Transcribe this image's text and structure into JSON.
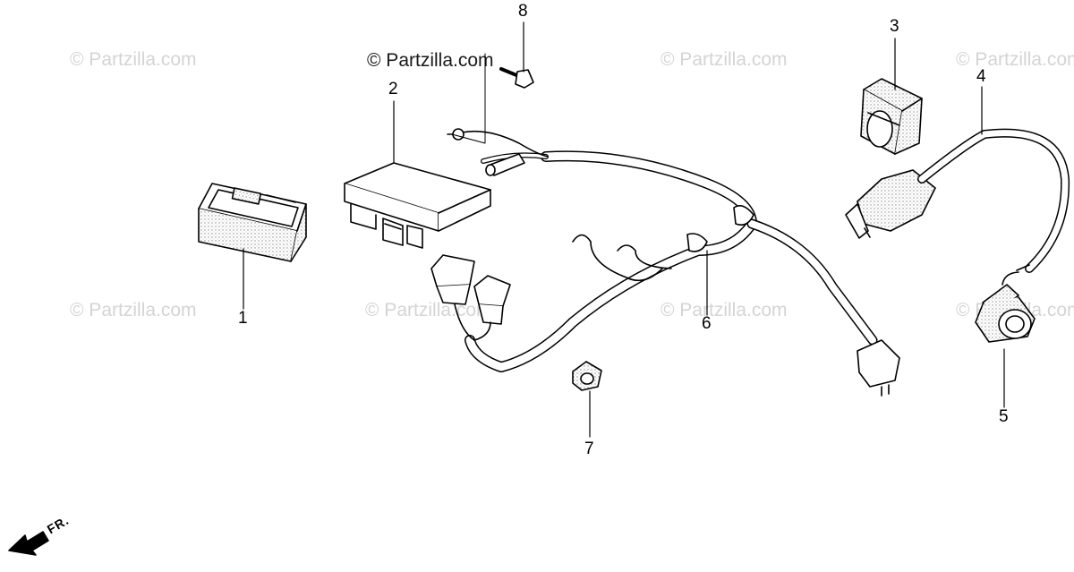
{
  "watermark": {
    "text": "© Partzilla.com"
  },
  "brand_label": "© Partzilla.com",
  "direction_label": "FR.",
  "callouts": [
    {
      "id": "1"
    },
    {
      "id": "2"
    },
    {
      "id": "3"
    },
    {
      "id": "4"
    },
    {
      "id": "5"
    },
    {
      "id": "6"
    },
    {
      "id": "7"
    },
    {
      "id": "8"
    }
  ],
  "colors": {
    "line": "#000000",
    "stipple": "#9a9a9a",
    "watermark": "#d4d4d4"
  }
}
